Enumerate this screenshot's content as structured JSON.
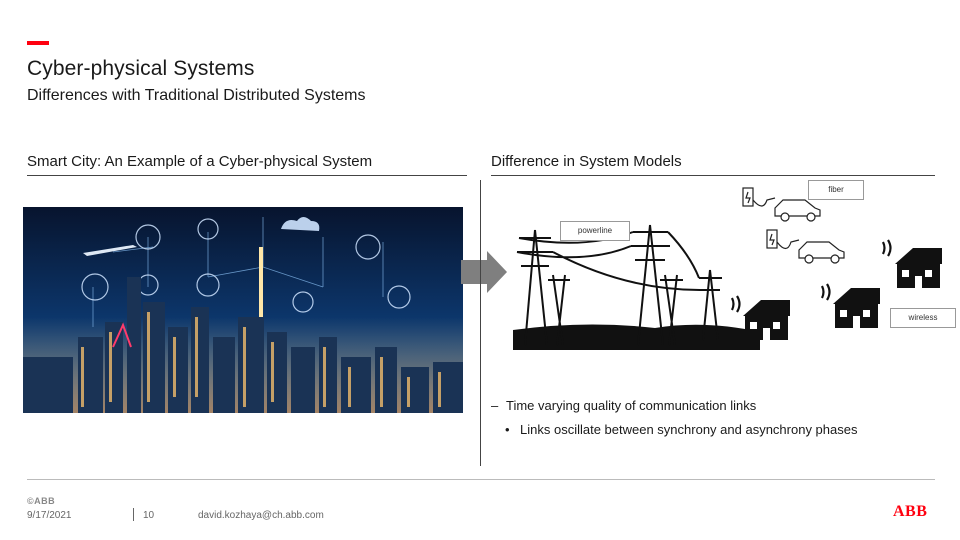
{
  "slide": {
    "title": "Cyber-physical Systems",
    "subtitle": "Differences with Traditional Distributed Systems"
  },
  "left_section": {
    "heading": "Smart City: An Example of a Cyber-physical System"
  },
  "right_section": {
    "heading": "Difference in System Models",
    "diagram_labels": {
      "fiber": "fiber",
      "powerline": "powerline",
      "wireless": "wireless"
    },
    "bullets": [
      "Time varying quality of communication links",
      "Links oscillate between synchrony and asynchrony phases"
    ]
  },
  "footer": {
    "small_logo": "©ABB",
    "date": "9/17/2021",
    "page": "10",
    "email": "david.kozhaya@ch.abb.com",
    "brand": "ABB"
  },
  "colors": {
    "accent": "#ff000f",
    "city_sky": "#0b2a55"
  }
}
